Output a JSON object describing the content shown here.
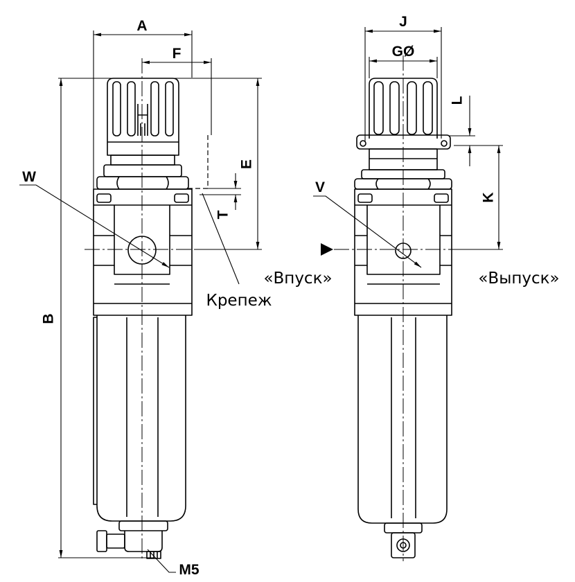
{
  "diagram": {
    "left_view": {
      "label_a": "A",
      "label_f": "F",
      "label_w": "W",
      "label_e": "E",
      "label_t": "T",
      "label_b": "B",
      "label_m5": "M5",
      "label_mount": "Крепеж"
    },
    "right_view": {
      "label_j": "J",
      "label_g": "GØ",
      "label_l": "L",
      "label_v": "V",
      "label_k": "K"
    },
    "port_labels": {
      "inlet": "«Впуск»",
      "outlet": "«Выпуск»"
    },
    "colors": {
      "line": "#000000",
      "background": "#ffffff"
    }
  }
}
